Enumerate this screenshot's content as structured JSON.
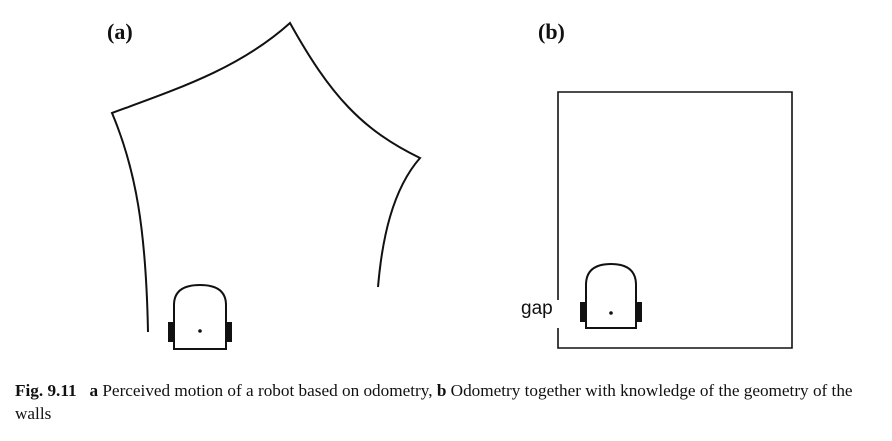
{
  "figure": {
    "panel_a_label": "(a)",
    "panel_b_label": "(b)",
    "gap_label": "gap"
  },
  "caption": {
    "fig_label": "Fig. 9.11",
    "part_a_marker": "a",
    "part_a_text": "Perceived motion of a robot based on odometry,",
    "part_b_marker": "b",
    "part_b_text": "Odometry together with knowledge of the geometry of the walls"
  }
}
